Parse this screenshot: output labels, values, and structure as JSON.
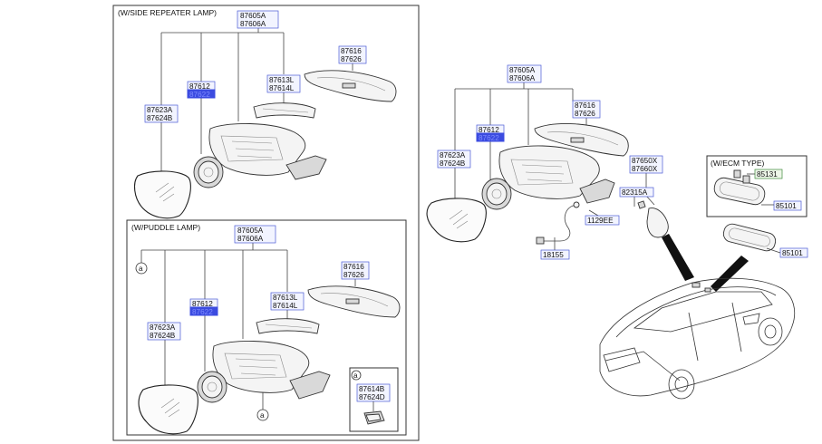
{
  "panels": {
    "side_repeater": {
      "title": "(W/SIDE REPEATER LAMP)",
      "parts": {
        "assy": [
          "87605A",
          "87606A"
        ],
        "cover": [
          "87616",
          "87626"
        ],
        "actuator": [
          "87612",
          "87622"
        ],
        "lamp": [
          "87613L",
          "87614L"
        ],
        "glass": [
          "87623A",
          "87624B"
        ]
      }
    },
    "puddle_lamp": {
      "title": "(W/PUDDLE LAMP)",
      "parts": {
        "assy": [
          "87605A",
          "87606A"
        ],
        "cover": [
          "87616",
          "87626"
        ],
        "actuator": [
          "87612",
          "87622"
        ],
        "lamp": [
          "87613L",
          "87614L"
        ],
        "glass": [
          "87623A",
          "87624B"
        ]
      },
      "callout": "a",
      "inset": {
        "label": "a",
        "parts": [
          "87614B",
          "87624D"
        ]
      }
    },
    "main": {
      "parts": {
        "assy": [
          "87605A",
          "87606A"
        ],
        "cover": [
          "87616",
          "87626"
        ],
        "actuator": [
          "87612",
          "87622"
        ],
        "glass": [
          "87623A",
          "87624B"
        ],
        "antenna": [
          "87650X",
          "87660X"
        ],
        "bracket": "82315A",
        "screw": "1129EE",
        "wiring": "18155",
        "inside_mirror": "85101"
      }
    },
    "ecm": {
      "title": "(W/ECM TYPE)",
      "parts": {
        "sensor": "85131",
        "mirror": "85101"
      }
    }
  }
}
